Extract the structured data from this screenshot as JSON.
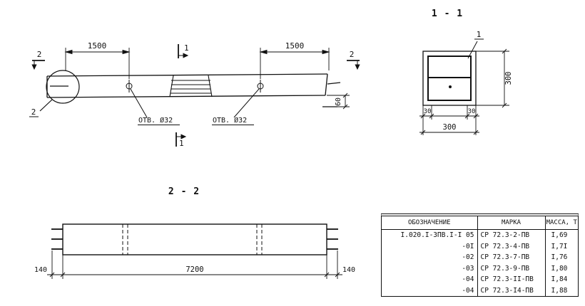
{
  "elevation": {
    "dim_left": "1500",
    "dim_right": "1500",
    "dim_offset": "60",
    "hole_label_left": "ОТВ. Ø32",
    "hole_label_right": "ОТВ. Ø32",
    "cut1_top": "1",
    "cut1_bottom": "1",
    "cut2_left": "2",
    "cut2_right": "2",
    "detail_callout": "2"
  },
  "section_1_1": {
    "title": "1 - 1",
    "rebar_callout": "1",
    "dim_height": "300",
    "dim_width": "300",
    "dim_cover_left": "30",
    "dim_cover_right": "30"
  },
  "section_2_2": {
    "title": "2 - 2",
    "dim_left_overhang": "140",
    "dim_length": "7200",
    "dim_right_overhang": "140"
  },
  "table": {
    "headers": [
      "ОБОЗНАЧЕНИЕ",
      "МАРКА",
      "МАССА, Т"
    ],
    "rows": [
      [
        "I.020.I-3ПВ.I-I 05",
        "СР 72.3-2-ПВ",
        "I,69"
      ],
      [
        "-0I",
        "СР 72.3-4-ПВ",
        "I,7I"
      ],
      [
        "-02",
        "СР 72.3-7-ПВ",
        "I,76"
      ],
      [
        "-03",
        "СР 72.3-9-ПВ",
        "I,80"
      ],
      [
        "-04",
        "СР 72.3-II-ПВ",
        "I,84"
      ],
      [
        "-04",
        "СР 72.3-I4-ПВ",
        "I,88"
      ]
    ]
  }
}
